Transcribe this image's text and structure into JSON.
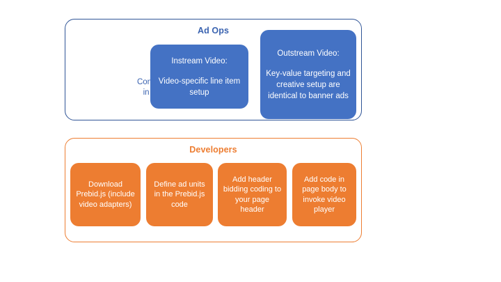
{
  "diagram": {
    "title_implicit": "",
    "colors": {
      "blue_fill": "#4472C4",
      "blue_border": "#2F5496",
      "blue_text": "#3A63B0",
      "orange_fill": "#ED7D31",
      "orange_border": "#ED7D31",
      "white_text": "#FFFFFF",
      "background": "#FFFFFF"
    },
    "groups": [
      {
        "id": "ad-ops",
        "title": "Ad Ops",
        "accent": "#3A63B0",
        "plain_items": [
          {
            "id": "configure-line-items",
            "text": "Configure Line Items in Your Ad Server"
          }
        ],
        "cards": [
          {
            "id": "instream-video",
            "heading": "Instream Video:",
            "body": "Video-specific line item setup"
          },
          {
            "id": "outstream-video",
            "heading": "Outstream Video:",
            "body": "Key-value targeting and creative setup are identical to banner ads"
          }
        ]
      },
      {
        "id": "developers",
        "title": "Developers",
        "accent": "#ED7D31",
        "plain_items": [],
        "cards": [
          {
            "id": "download-prebid",
            "heading": "",
            "body": "Download Prebid.js (include video adapters)"
          },
          {
            "id": "define-ad-units",
            "heading": "",
            "body": "Define ad units in the Prebid.js code"
          },
          {
            "id": "add-header-bidding",
            "heading": "",
            "body": "Add header bidding coding to your page header"
          },
          {
            "id": "add-page-body-code",
            "heading": "",
            "body": "Add code in page body to invoke video player"
          }
        ]
      }
    ]
  }
}
